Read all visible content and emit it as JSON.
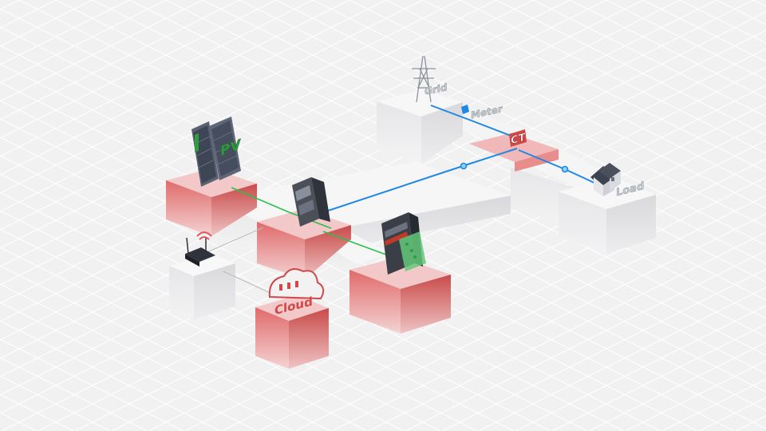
{
  "labels": {
    "pv": "PV",
    "grid": "Grid",
    "meter": "Meter",
    "ct": "CT",
    "load": "Load",
    "cloud": "Cloud"
  },
  "colors": {
    "background": "#f1f1f2",
    "grid_line": "#ffffff",
    "pedestal_white": "#ececee",
    "pedestal_red": "#e05a5a",
    "red_tile": "#f1c2c2",
    "ac_line": "#1e88e5",
    "dc_line": "#2bbf4b",
    "label_green": "#2f9e3f",
    "label_silver": "#9aa0a6",
    "label_red": "#d04848"
  },
  "icons": [
    "pv-panel-icon",
    "inverter-icon",
    "battery-icon",
    "router-icon",
    "cloud-icon",
    "pylon-icon",
    "meter-icon",
    "ct-clamp-icon",
    "house-icon"
  ]
}
